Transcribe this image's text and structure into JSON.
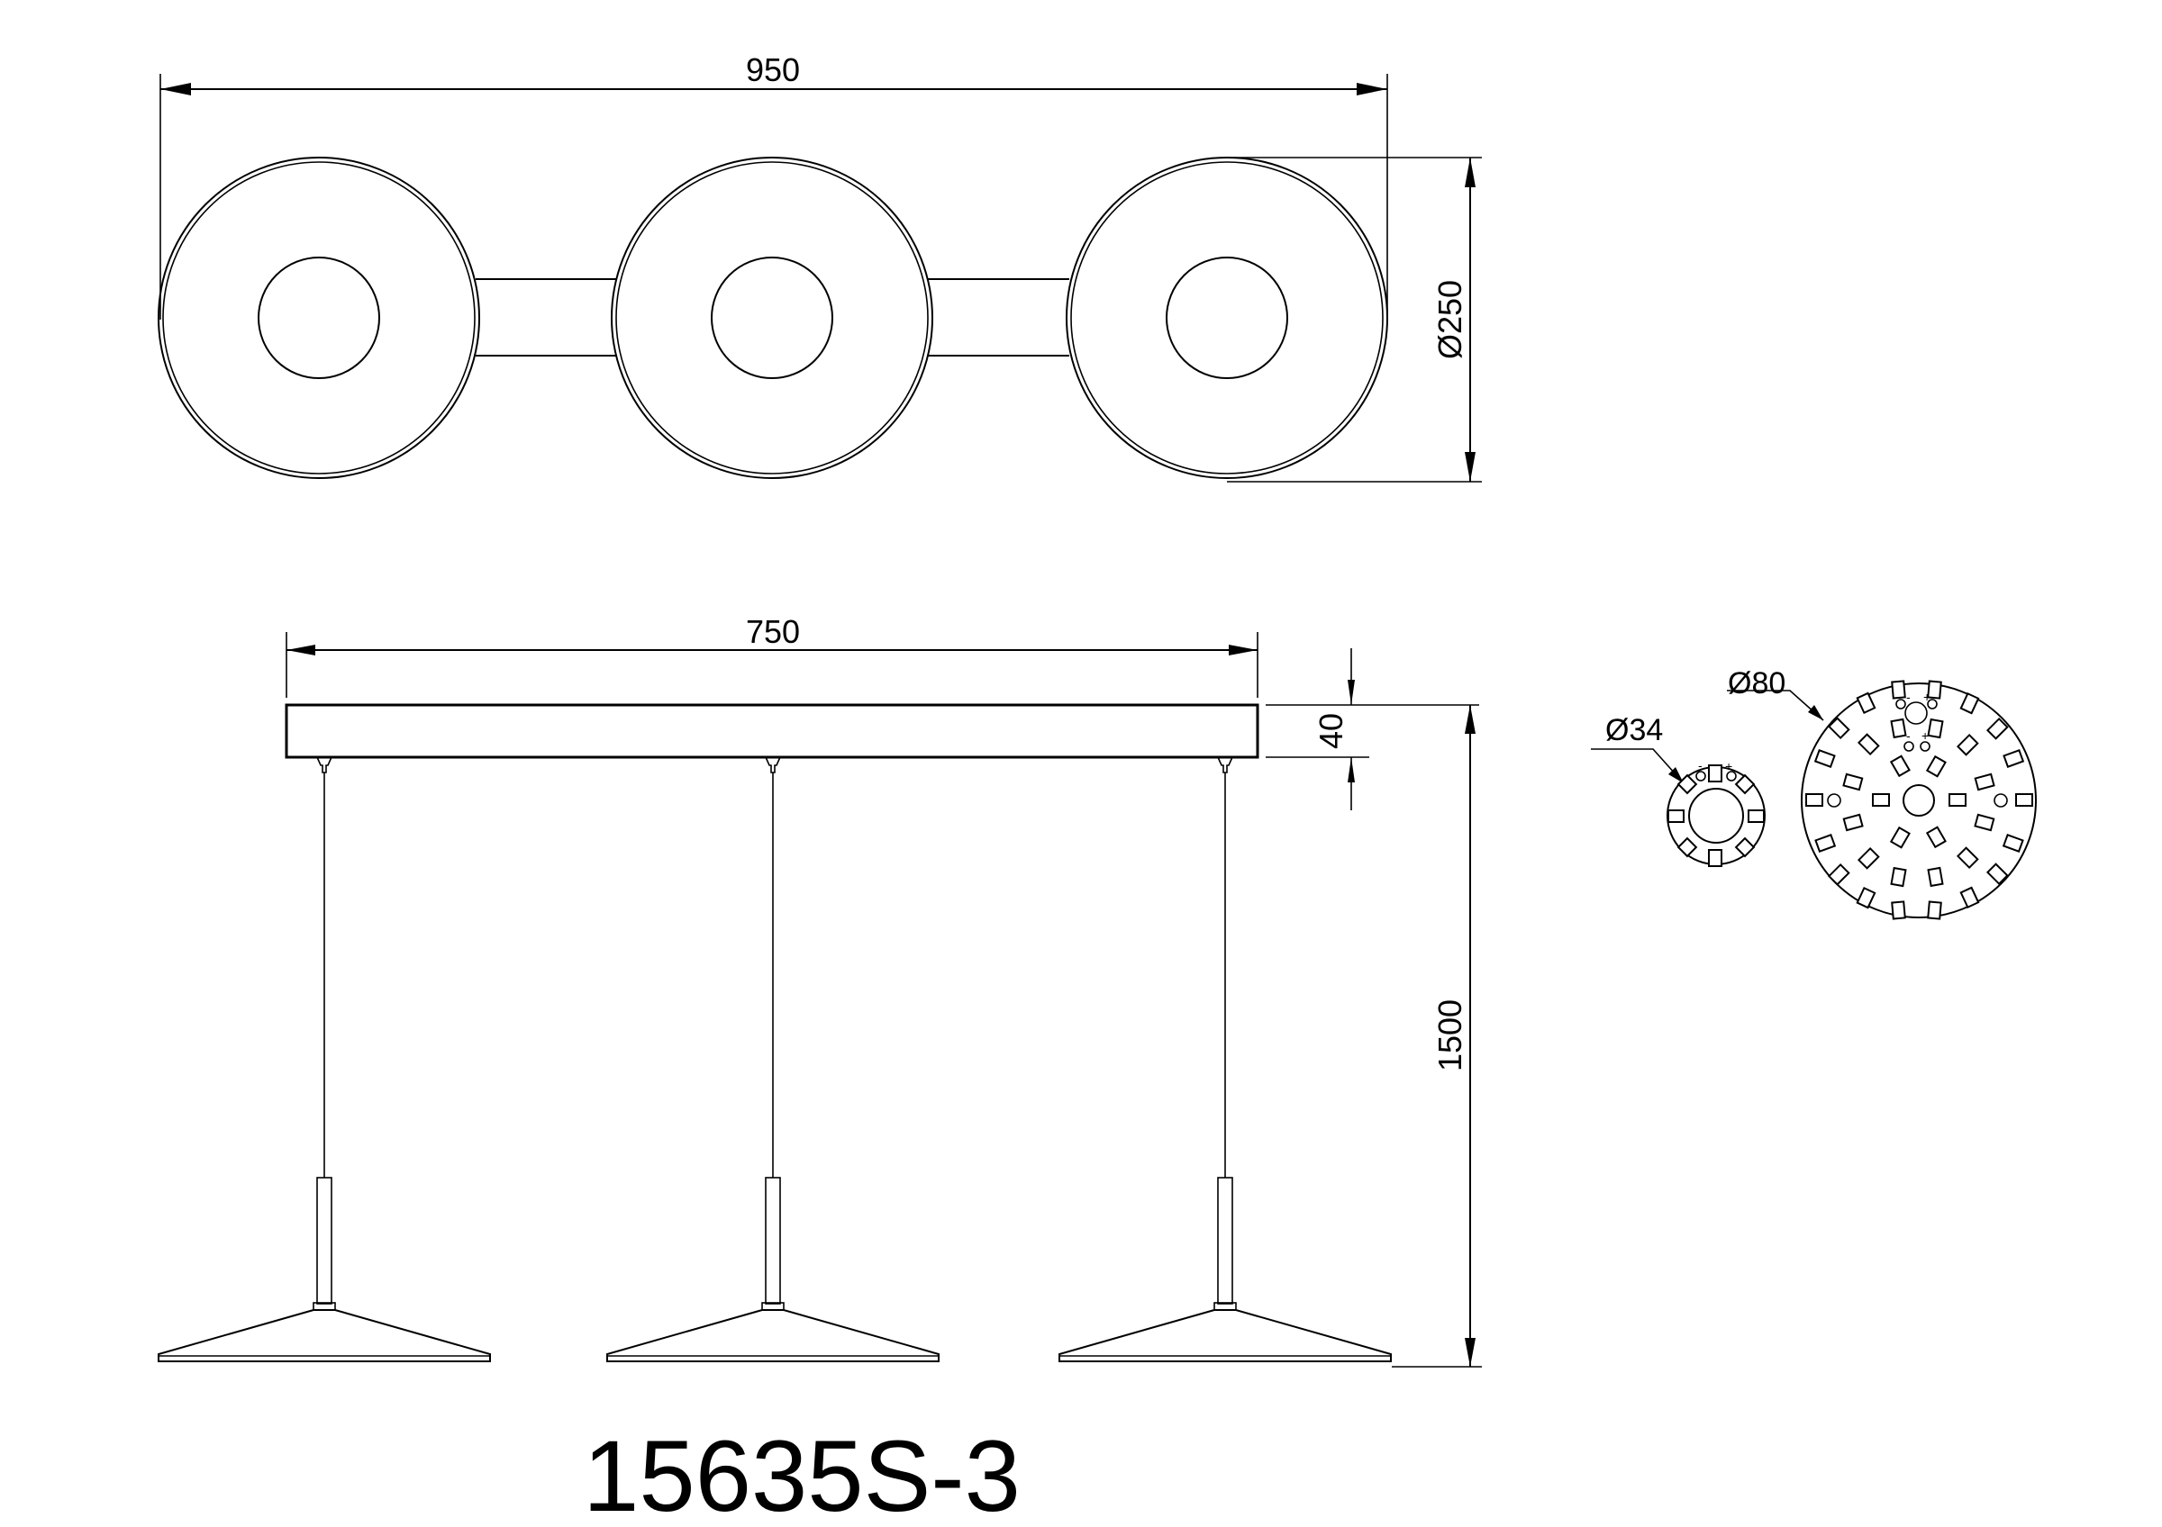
{
  "drawing": {
    "model_number": "15635S-3",
    "top_view": {
      "overall_width_label": "950",
      "diameter_label": "Ø250",
      "shade_count": 3
    },
    "side_view": {
      "bar_length_label": "750",
      "bar_height_label": "40",
      "overall_height_label": "1500",
      "pendant_count": 3
    },
    "led_modules": [
      {
        "label": "Ø34",
        "name": "small-led-board"
      },
      {
        "label": "Ø80",
        "name": "large-led-board"
      }
    ],
    "polarity_marks": {
      "minus": "-",
      "plus": "+"
    },
    "colors": {
      "line": "#000000",
      "background": "#ffffff"
    }
  }
}
